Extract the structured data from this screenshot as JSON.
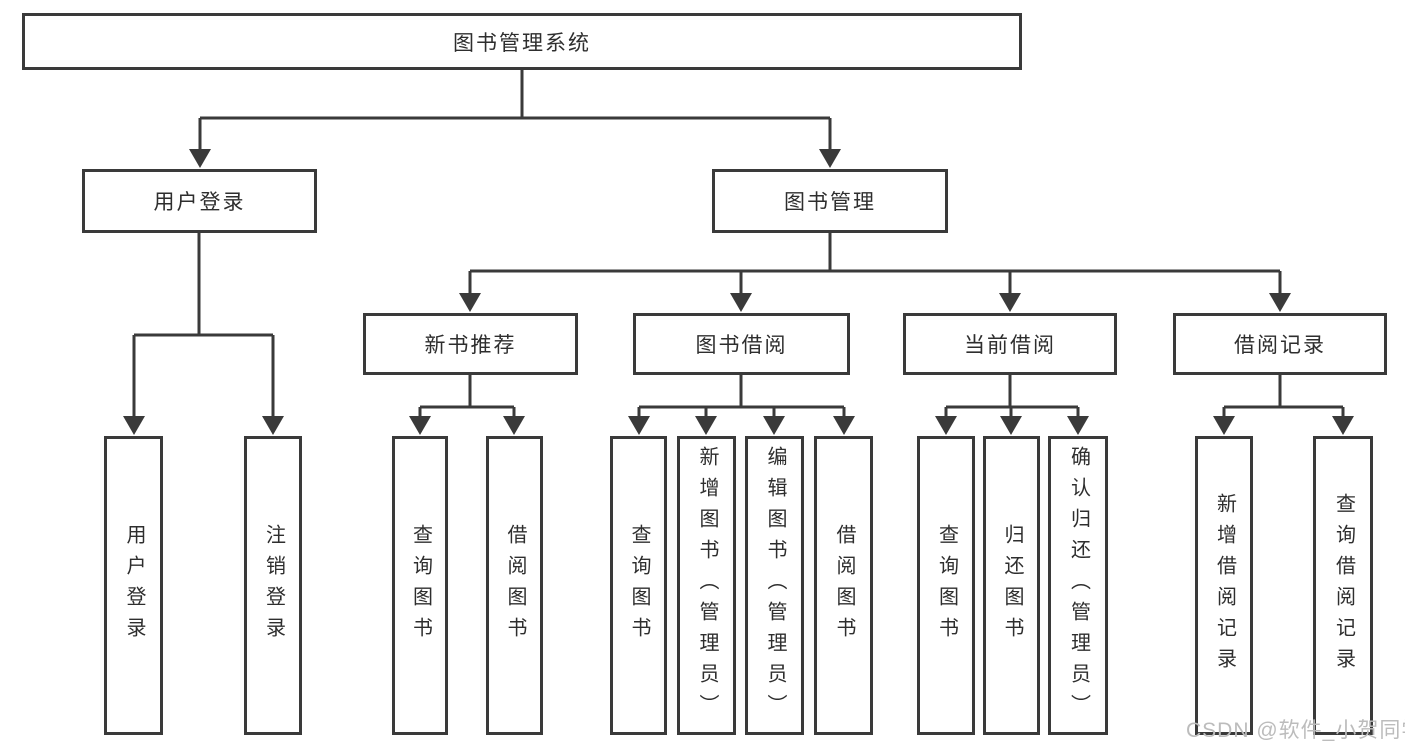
{
  "diagram": {
    "type": "hierarchy-tree",
    "root": {
      "label": "图书管理系统"
    },
    "branches": [
      {
        "label": "用户登录",
        "children": [
          {
            "label": "用户登录"
          },
          {
            "label": "注销登录"
          }
        ]
      },
      {
        "label": "图书管理",
        "children": [
          {
            "label": "新书推荐",
            "children": [
              {
                "label": "查询图书"
              },
              {
                "label": "借阅图书"
              }
            ]
          },
          {
            "label": "图书借阅",
            "children": [
              {
                "label": "查询图书"
              },
              {
                "label": "新增图书（管理员）"
              },
              {
                "label": "编辑图书（管理员）"
              },
              {
                "label": "借阅图书"
              }
            ]
          },
          {
            "label": "当前借阅",
            "children": [
              {
                "label": "查询图书"
              },
              {
                "label": "归还图书"
              },
              {
                "label": "确认归还（管理员）"
              }
            ]
          },
          {
            "label": "借阅记录",
            "children": [
              {
                "label": "新增借阅记录"
              },
              {
                "label": "查询借阅记录"
              }
            ]
          }
        ]
      }
    ],
    "watermark": "CSDN @软件_小贺同学",
    "colors": {
      "line": "#3a3a3a",
      "box_border": "#3a3a3a",
      "box_fill": "#ffffff",
      "text": "#2e2e2e",
      "watermark": "#bcbcbc",
      "background": "#ffffff"
    }
  }
}
